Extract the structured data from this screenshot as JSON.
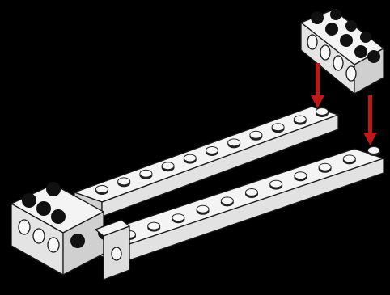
{
  "instruction": {
    "step_type": "building-instruction",
    "background": "black",
    "colors": {
      "brick_top": "#f4f4f4",
      "brick_side": "#dcdcdc",
      "brick_dark": "#b9b9b9",
      "stud_black": "#111111",
      "stud_white": "#f7f7f7",
      "arrow": "#c01818"
    },
    "parts": [
      {
        "name": "white-technic-brick-1x4",
        "count": 1,
        "state": "to-place"
      },
      {
        "name": "white-plate-1x12",
        "count": 2,
        "state": "placed"
      },
      {
        "name": "white-technic-brick-1x2",
        "count": 2,
        "state": "placed"
      }
    ],
    "arrows": [
      {
        "name": "down-arrow-left",
        "direction": "down"
      },
      {
        "name": "down-arrow-right",
        "direction": "down"
      }
    ]
  }
}
